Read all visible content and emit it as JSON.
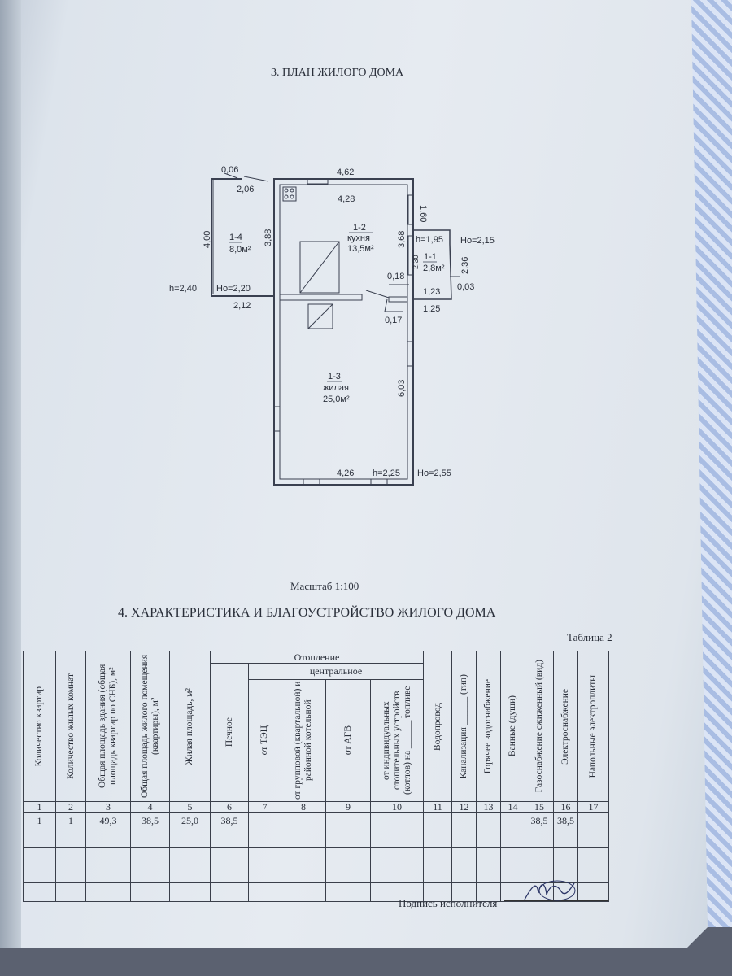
{
  "section3_title": "3. ПЛАН ЖИЛОГО ДОМА",
  "plan": {
    "rooms": [
      {
        "id": "1-4",
        "name": "",
        "area": "8,0м²"
      },
      {
        "id": "1-2",
        "name": "кухня",
        "area": "13,5м²"
      },
      {
        "id": "1-1",
        "name": "",
        "area": "2,8м²"
      },
      {
        "id": "1-3",
        "name": "жилая",
        "area": "25,0м²"
      }
    ],
    "dims": {
      "d006": "0,06",
      "d206": "2,06",
      "d462": "4,62",
      "d428": "4,28",
      "d160": "1,60",
      "d400": "4,00",
      "d388": "3,88",
      "d368": "3,68",
      "d230": "2,30",
      "d236": "2,36",
      "d018": "0,18",
      "d123": "1,23",
      "d003": "0,03",
      "d125": "1,25",
      "d017": "0,17",
      "d212": "2,12",
      "d603": "6,03",
      "d426": "4,26"
    },
    "heights": {
      "h240": "h=2,40",
      "ho220": "Ho=2,20",
      "h195": "h=1,95",
      "ho215": "Ho=2,15",
      "h225": "h=2,25",
      "ho255": "Ho=2,55"
    },
    "scale": "Масштаб 1:100"
  },
  "section4_title": "4. ХАРАКТЕРИСТИКА И БЛАГОУСТРОЙСТВО ЖИЛОГО ДОМА",
  "table_label": "Таблица 2",
  "table": {
    "group_heating": "Отопление",
    "group_central": "центральное",
    "headers": [
      "Количество квартир",
      "Количество жилых комнат",
      "Общая площадь здания (общая площадь квартир по СНБ), м²",
      "Общая площадь жилого помещения (квартиры), м²",
      "Жилая площадь, м²",
      "Печное",
      "от ТЭЦ",
      "от групповой (квартальной) и районной котельной",
      "от АГВ",
      "от индивидуальных отопительных устройств (котлов) на ______ топливе",
      "Водопровод",
      "Канализация ______ (тип)",
      "Горячее водоснабжение",
      "Ванные (души)",
      "Газоснабжение сжиженный (вид)",
      "Электроснабжение",
      "Напольные электроплиты"
    ],
    "numbers": [
      "1",
      "2",
      "3",
      "4",
      "5",
      "6",
      "7",
      "8",
      "9",
      "10",
      "11",
      "12",
      "13",
      "14",
      "15",
      "16",
      "17"
    ],
    "rows": [
      [
        "1",
        "1",
        "49,3",
        "38,5",
        "25,0",
        "38,5",
        "",
        "",
        "",
        "",
        "",
        "",
        "",
        "",
        "38,5",
        "38,5",
        ""
      ],
      [
        "",
        "",
        "",
        "",
        "",
        "",
        "",
        "",
        "",
        "",
        "",
        "",
        "",
        "",
        "",
        "",
        ""
      ],
      [
        "",
        "",
        "",
        "",
        "",
        "",
        "",
        "",
        "",
        "",
        "",
        "",
        "",
        "",
        "",
        "",
        ""
      ],
      [
        "",
        "",
        "",
        "",
        "",
        "",
        "",
        "",
        "",
        "",
        "",
        "",
        "",
        "",
        "",
        "",
        ""
      ],
      [
        "",
        "",
        "",
        "",
        "",
        "",
        "",
        "",
        "",
        "",
        "",
        "",
        "",
        "",
        "",
        "",
        ""
      ]
    ]
  },
  "signature_label": "Подпись исполнителя"
}
